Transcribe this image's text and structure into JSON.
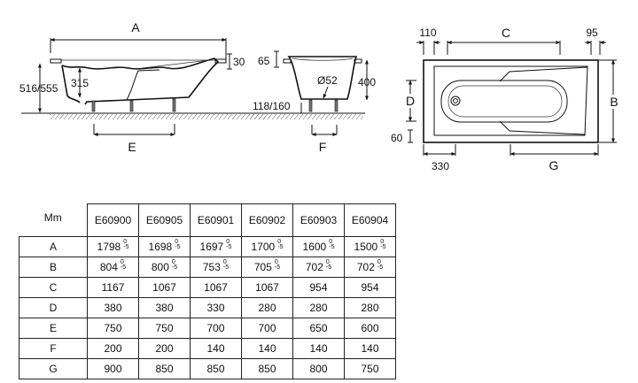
{
  "side_view": {
    "label_length": "A",
    "label_height": "516/555",
    "label_depth": "315",
    "label_rim": "30",
    "label_legs": "E"
  },
  "end_view": {
    "label_rim": "65",
    "label_drain": "Ø52",
    "label_depth": "400",
    "label_leg_height": "118/160",
    "label_leg_span": "F"
  },
  "top_view": {
    "label_left_offset": "110",
    "label_inner_length": "C",
    "label_right_offset": "95",
    "label_width": "B",
    "label_drain_span": "D",
    "label_edge": "60",
    "label_drain_offset": "330",
    "label_rear": "G"
  },
  "table": {
    "corner": "Mm",
    "models": [
      "E60900",
      "E60905",
      "E60901",
      "E60902",
      "E60903",
      "E60904"
    ],
    "tolerance_upper": "0",
    "tolerance_lower": "-5",
    "rows": [
      {
        "dim": "A",
        "values": [
          "1798",
          "1698",
          "1697",
          "1700",
          "1600",
          "1500"
        ],
        "tolerance": true
      },
      {
        "dim": "B",
        "values": [
          "804",
          "800",
          "753",
          "705",
          "702",
          "702"
        ],
        "tolerance": true
      },
      {
        "dim": "C",
        "values": [
          "1167",
          "1067",
          "1067",
          "1067",
          "954",
          "954"
        ],
        "tolerance": false
      },
      {
        "dim": "D",
        "values": [
          "380",
          "380",
          "330",
          "280",
          "280",
          "280"
        ],
        "tolerance": false
      },
      {
        "dim": "E",
        "values": [
          "750",
          "750",
          "700",
          "700",
          "650",
          "600"
        ],
        "tolerance": false
      },
      {
        "dim": "F",
        "values": [
          "200",
          "200",
          "140",
          "140",
          "140",
          "140"
        ],
        "tolerance": false
      },
      {
        "dim": "G",
        "values": [
          "900",
          "850",
          "850",
          "850",
          "800",
          "750"
        ],
        "tolerance": false
      }
    ]
  }
}
